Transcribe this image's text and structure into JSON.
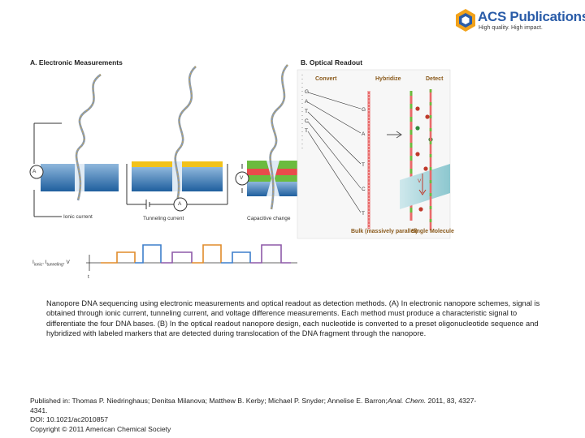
{
  "publisher": {
    "name": "ACS Publications",
    "tagline": "High quality. High impact.",
    "colors": {
      "blue": "#2a5ca8",
      "orange": "#f2a21a"
    }
  },
  "figure": {
    "panel_a": {
      "title": "A. Electronic Measurements",
      "labels": {
        "ionic": "Ionic current",
        "tunneling": "Tunneling current",
        "capacitive": "Capacitive change",
        "meter_a": "A",
        "meter_v": "V",
        "meter_a2": "A",
        "signal_axis": "I",
        "signal_sub1": "ionic",
        "signal_sub2": "tunneling",
        "signal_v": "V",
        "time": "t"
      }
    },
    "panel_b": {
      "title": "B. Optical Readout",
      "steps": [
        "Convert",
        "Hybridize",
        "Detect"
      ],
      "bases": [
        "G",
        "A",
        "T",
        "C",
        "T"
      ],
      "strand_labels": [
        "G",
        "A",
        "T",
        "C",
        "T"
      ],
      "bulk": "Bulk (massively parallel)",
      "single": "Single Molecule",
      "detect_v": "V"
    }
  },
  "caption": "Nanopore DNA sequencing using electronic measurements and optical readout as detection methods. (A) In electronic nanopore schemes, signal is obtained through ionic current, tunneling current, and voltage difference measurements. Each method must produce a characteristic signal to differentiate the four DNA bases. (B) In the optical readout nanopore design, each nucleotide is converted to a preset oligonucleotide sequence and hybridized with labeled markers that are detected during translocation of the DNA fragment through the nanopore.",
  "citation": {
    "published_prefix": "Published in: Thomas P. Niedringhaus; Denitsa Milanova; Matthew B. Kerby; Michael P. Snyder; Annelise E. Barron;",
    "journal": "Anal. Chem.",
    "published_suffix": " 2011, 83, 4327-",
    "continued": "4341.",
    "doi": "DOI: 10.1021/ac2010857",
    "copyright": "Copyright © 2011 American Chemical Society"
  }
}
